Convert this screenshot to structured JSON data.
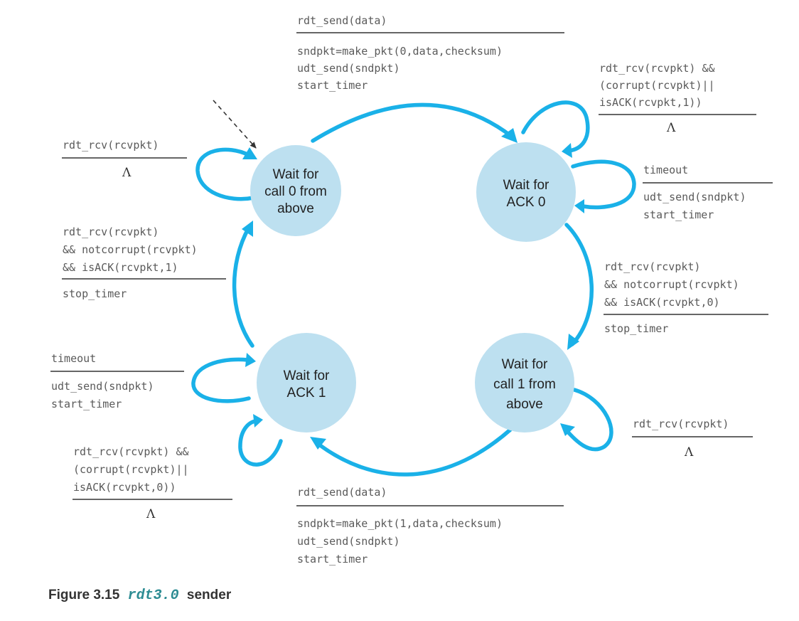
{
  "states": [
    {
      "id": "wait-call0",
      "lines": [
        "Wait for",
        "call 0 from",
        "above"
      ]
    },
    {
      "id": "wait-ack0",
      "lines": [
        "Wait for",
        "ACK 0"
      ]
    },
    {
      "id": "wait-call1",
      "lines": [
        "Wait for",
        "call 1 from",
        "above"
      ]
    },
    {
      "id": "wait-ack1",
      "lines": [
        "Wait for",
        "ACK 1"
      ]
    }
  ],
  "labels": {
    "send0": {
      "event": [
        "rdt_send(data)"
      ],
      "action": [
        "sndpkt=make_pkt(0,data,checksum)",
        "udt_send(sndpkt)",
        "start_timer"
      ]
    },
    "ack0_corrupt": {
      "event": [
        "rdt_rcv(rcvpkt) &&",
        "(corrupt(rcvpkt)||",
        "isACK(rcvpkt,1))"
      ],
      "action": [
        "Λ"
      ]
    },
    "ack0_timeout": {
      "event": [
        "timeout"
      ],
      "action": [
        "udt_send(sndpkt)",
        "start_timer"
      ]
    },
    "ack0_ok": {
      "event": [
        "rdt_rcv(rcvpkt)",
        "&& notcorrupt(rcvpkt)",
        "&& isACK(rcvpkt,0)"
      ],
      "action": [
        "stop_timer"
      ]
    },
    "call1_rcv": {
      "event": [
        "rdt_rcv(rcvpkt)"
      ],
      "action": [
        "Λ"
      ]
    },
    "send1": {
      "event": [
        "rdt_send(data)"
      ],
      "action": [
        "sndpkt=make_pkt(1,data,checksum)",
        "udt_send(sndpkt)",
        "start_timer"
      ]
    },
    "ack1_corrupt": {
      "event": [
        "rdt_rcv(rcvpkt) &&",
        "(corrupt(rcvpkt)||",
        "isACK(rcvpkt,0))"
      ],
      "action": [
        "Λ"
      ]
    },
    "ack1_timeout": {
      "event": [
        "timeout"
      ],
      "action": [
        "udt_send(sndpkt)",
        "start_timer"
      ]
    },
    "ack1_ok": {
      "event": [
        "rdt_rcv(rcvpkt)",
        "&& notcorrupt(rcvpkt)",
        "&& isACK(rcvpkt,1)"
      ],
      "action": [
        "stop_timer"
      ]
    },
    "call0_rcv": {
      "event": [
        "rdt_rcv(rcvpkt)"
      ],
      "action": [
        "Λ"
      ]
    }
  },
  "caption": {
    "prefix": "Figure 3.15",
    "protocol": "rdt3.0",
    "suffix": "sender"
  },
  "colors": {
    "state_fill": "#bde0f0",
    "arrow": "#1ab1e8",
    "text": "#5a5a5a",
    "protocol": "#2d8c93"
  }
}
